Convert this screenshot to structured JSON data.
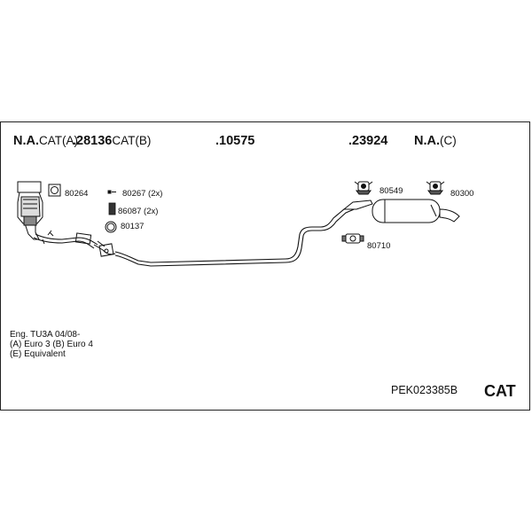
{
  "header_parts": {
    "p1_num": "N.A.",
    "p1_suffix": "CAT(A)",
    "p2_num": ".28136",
    "p2_suffix": "CAT(B)",
    "p3_num": ".10575",
    "p4_num": ".23924",
    "p5_num": "N.A.",
    "p5_suffix": "(C)"
  },
  "components": {
    "c80264": "80264",
    "c80267": "80267 (2x)",
    "c86087": "86087 (2x)",
    "c80137": "80137",
    "c80549": "80549",
    "c80300": "80300",
    "c80710": "80710"
  },
  "notes": {
    "line1": "Eng. TU3A   04/08-",
    "line2": "(A) Euro 3 (B) Euro 4",
    "line3": "(E) Equivalent"
  },
  "footer": {
    "code": "PEK023385B",
    "category": "CAT"
  },
  "icons": [
    "catalytic-converter-icon",
    "gasket-square-icon",
    "bolt-icon",
    "spring-icon",
    "ring-gasket-icon",
    "rubber-hanger-icon",
    "clamp-icon",
    "exhaust-pipe-icon",
    "rear-muffler-icon"
  ]
}
